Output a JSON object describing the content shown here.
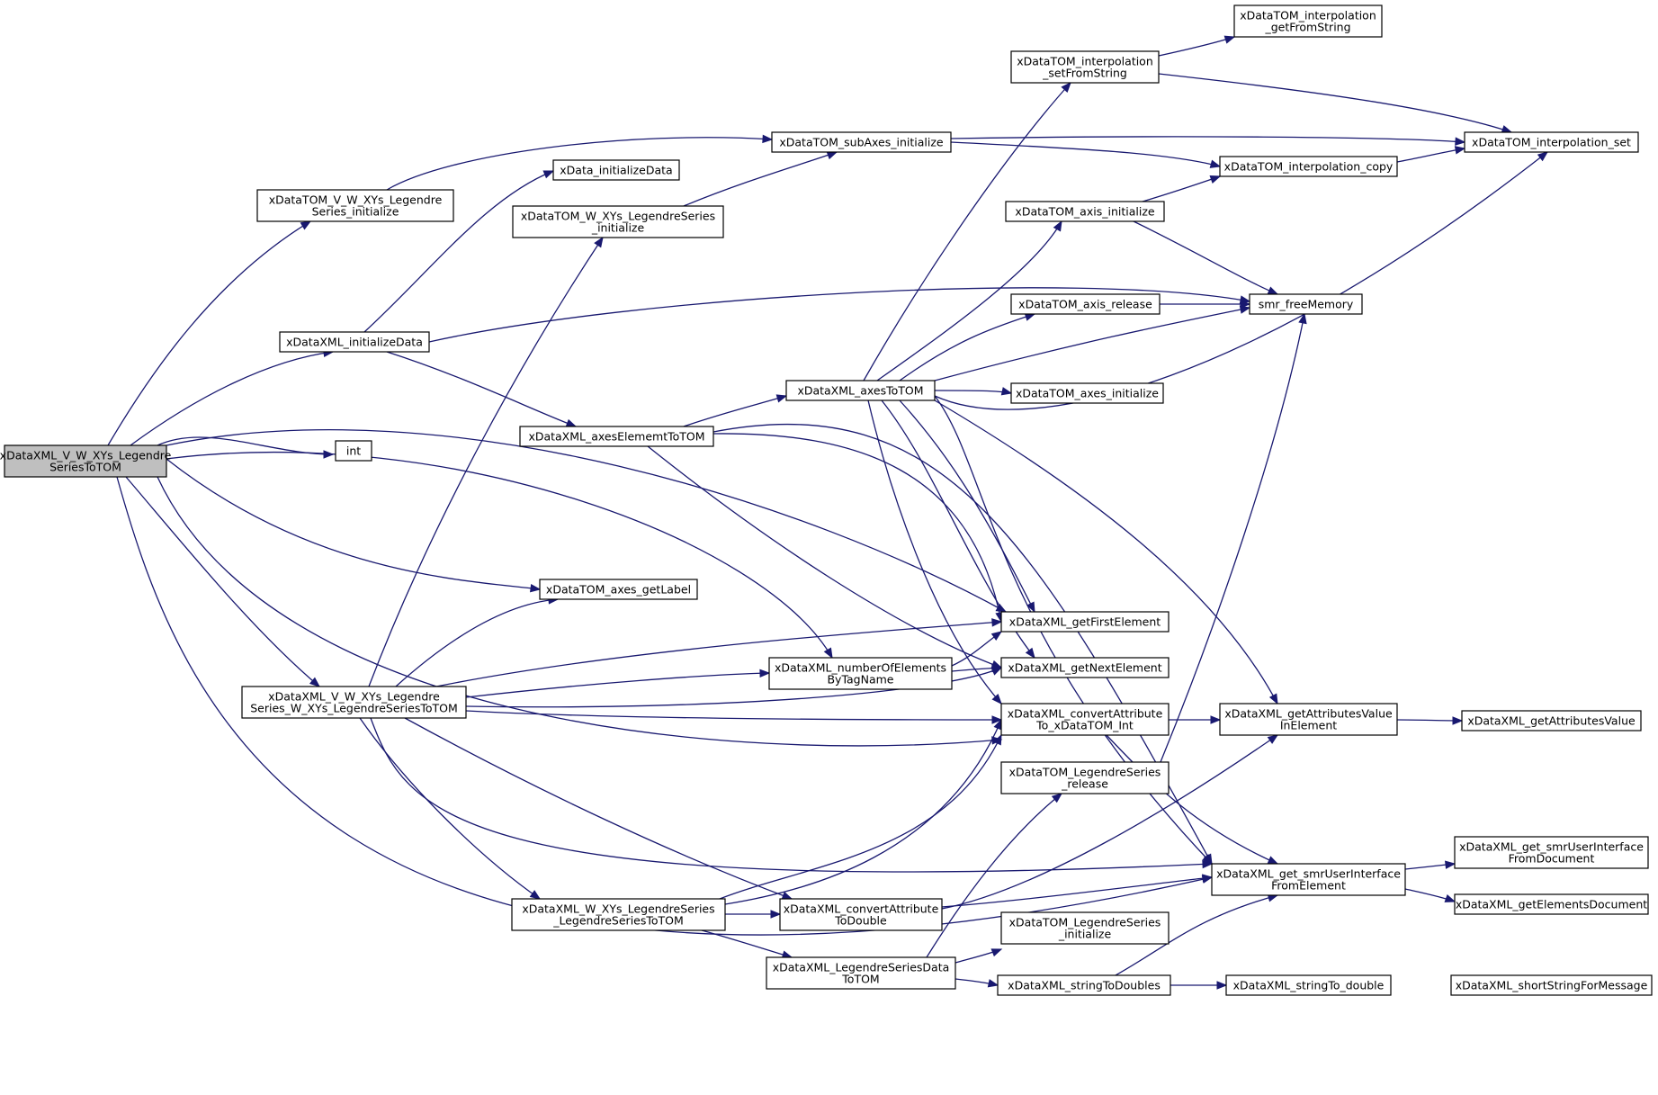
{
  "graph": {
    "title": "",
    "root": "xDataXML_V_W_XYs_LegendreSeriesToTOM",
    "nodes": [
      {
        "id": "n_root",
        "lines": [
          "xDataXML_V_W_XYs_Legendre",
          "SeriesToTOM"
        ],
        "root": true
      },
      {
        "id": "n_tomvw_init",
        "lines": [
          "xDataTOM_V_W_XYs_Legendre",
          "Series_initialize"
        ]
      },
      {
        "id": "n_initdata",
        "lines": [
          "xDataXML_initializeData"
        ]
      },
      {
        "id": "n_int",
        "lines": [
          "int"
        ]
      },
      {
        "id": "n_vw_w",
        "lines": [
          "xDataXML_V_W_XYs_Legendre",
          "Series_W_XYs_LegendreSeriesToTOM"
        ]
      },
      {
        "id": "n_xdata_init",
        "lines": [
          "xData_initializeData"
        ]
      },
      {
        "id": "n_tomw_init",
        "lines": [
          "xDataTOM_W_XYs_LegendreSeries",
          "_initialize"
        ]
      },
      {
        "id": "n_axeselem",
        "lines": [
          "xDataXML_axesElememtToTOM"
        ]
      },
      {
        "id": "n_axes_getlabel",
        "lines": [
          "xDataTOM_axes_getLabel"
        ]
      },
      {
        "id": "n_w_ls",
        "lines": [
          "xDataXML_W_XYs_LegendreSeries",
          "_LegendreSeriesToTOM"
        ]
      },
      {
        "id": "n_subaxes",
        "lines": [
          "xDataTOM_subAxes_initialize"
        ]
      },
      {
        "id": "n_axestotom",
        "lines": [
          "xDataXML_axesToTOM"
        ]
      },
      {
        "id": "n_numelem",
        "lines": [
          "xDataXML_numberOfElements",
          "ByTagName"
        ]
      },
      {
        "id": "n_convdouble",
        "lines": [
          "xDataXML_convertAttribute",
          "ToDouble"
        ]
      },
      {
        "id": "n_lsdata",
        "lines": [
          "xDataXML_LegendreSeriesData",
          "ToTOM"
        ]
      },
      {
        "id": "n_interp_setstr",
        "lines": [
          "xDataTOM_interpolation",
          "_setFromString"
        ]
      },
      {
        "id": "n_axis_init",
        "lines": [
          "xDataTOM_axis_initialize"
        ]
      },
      {
        "id": "n_axis_release",
        "lines": [
          "xDataTOM_axis_release"
        ]
      },
      {
        "id": "n_axes_init",
        "lines": [
          "xDataTOM_axes_initialize"
        ]
      },
      {
        "id": "n_firstelem",
        "lines": [
          "xDataXML_getFirstElement"
        ]
      },
      {
        "id": "n_nextelem",
        "lines": [
          "xDataXML_getNextElement"
        ]
      },
      {
        "id": "n_convint",
        "lines": [
          "xDataXML_convertAttribute",
          "To_xDataTOM_Int"
        ]
      },
      {
        "id": "n_ls_release",
        "lines": [
          "xDataTOM_LegendreSeries",
          "_release"
        ]
      },
      {
        "id": "n_ls_init",
        "lines": [
          "xDataTOM_LegendreSeries",
          "_initialize"
        ]
      },
      {
        "id": "n_str2doubles",
        "lines": [
          "xDataXML_stringToDoubles"
        ]
      },
      {
        "id": "n_interp_getstr",
        "lines": [
          "xDataTOM_interpolation",
          "_getFromString"
        ]
      },
      {
        "id": "n_interp_copy",
        "lines": [
          "xDataTOM_interpolation_copy"
        ]
      },
      {
        "id": "n_freemem",
        "lines": [
          "smr_freeMemory"
        ]
      },
      {
        "id": "n_attrval_inel",
        "lines": [
          "xDataXML_getAttributesValue",
          "InElement"
        ]
      },
      {
        "id": "n_smrui_elem",
        "lines": [
          "xDataXML_get_smrUserInterface",
          "FromElement"
        ]
      },
      {
        "id": "n_str2double",
        "lines": [
          "xDataXML_stringTo_double"
        ]
      },
      {
        "id": "n_interp_set",
        "lines": [
          "xDataTOM_interpolation_set"
        ]
      },
      {
        "id": "n_attrval",
        "lines": [
          "xDataXML_getAttributesValue"
        ]
      },
      {
        "id": "n_smrui_doc",
        "lines": [
          "xDataXML_get_smrUserInterface",
          "FromDocument"
        ]
      },
      {
        "id": "n_elemdoc",
        "lines": [
          "xDataXML_getElementsDocument"
        ]
      },
      {
        "id": "n_shortstr",
        "lines": [
          "xDataXML_shortStringForMessage"
        ]
      }
    ],
    "edges": [
      {
        "from": "n_root",
        "to": "n_tomvw_init"
      },
      {
        "from": "n_root",
        "to": "n_initdata"
      },
      {
        "from": "n_root",
        "to": "n_int"
      },
      {
        "from": "n_root",
        "to": "n_firstelem"
      },
      {
        "from": "n_root",
        "to": "n_numelem"
      },
      {
        "from": "n_root",
        "to": "n_axes_getlabel"
      },
      {
        "from": "n_root",
        "to": "n_vw_w"
      },
      {
        "from": "n_root",
        "to": "n_convint"
      },
      {
        "from": "n_root",
        "to": "n_smrui_elem"
      },
      {
        "from": "n_tomvw_init",
        "to": "n_subaxes"
      },
      {
        "from": "n_initdata",
        "to": "n_xdata_init"
      },
      {
        "from": "n_initdata",
        "to": "n_freemem"
      },
      {
        "from": "n_initdata",
        "to": "n_axeselem"
      },
      {
        "from": "n_vw_w",
        "to": "n_tomw_init"
      },
      {
        "from": "n_vw_w",
        "to": "n_axes_getlabel"
      },
      {
        "from": "n_vw_w",
        "to": "n_firstelem"
      },
      {
        "from": "n_vw_w",
        "to": "n_numelem"
      },
      {
        "from": "n_vw_w",
        "to": "n_nextelem"
      },
      {
        "from": "n_vw_w",
        "to": "n_convint"
      },
      {
        "from": "n_vw_w",
        "to": "n_w_ls"
      },
      {
        "from": "n_vw_w",
        "to": "n_convdouble"
      },
      {
        "from": "n_vw_w",
        "to": "n_smrui_elem"
      },
      {
        "from": "n_tomw_init",
        "to": "n_subaxes"
      },
      {
        "from": "n_axeselem",
        "to": "n_axestotom"
      },
      {
        "from": "n_axeselem",
        "to": "n_firstelem"
      },
      {
        "from": "n_axeselem",
        "to": "n_nextelem"
      },
      {
        "from": "n_axeselem",
        "to": "n_smrui_elem"
      },
      {
        "from": "n_w_ls",
        "to": "n_convdouble"
      },
      {
        "from": "n_w_ls",
        "to": "n_lsdata"
      },
      {
        "from": "n_w_ls",
        "to": "n_convint"
      },
      {
        "from": "n_subaxes",
        "to": "n_interp_copy"
      },
      {
        "from": "n_subaxes",
        "to": "n_interp_set"
      },
      {
        "from": "n_axestotom",
        "to": "n_interp_setstr"
      },
      {
        "from": "n_axestotom",
        "to": "n_axis_init"
      },
      {
        "from": "n_axestotom",
        "to": "n_axis_release"
      },
      {
        "from": "n_axestotom",
        "to": "n_freemem"
      },
      {
        "from": "n_axestotom",
        "to": "n_axes_init"
      },
      {
        "from": "n_axestotom",
        "to": "n_interp_set"
      },
      {
        "from": "n_axestotom",
        "to": "n_firstelem"
      },
      {
        "from": "n_axestotom",
        "to": "n_nextelem"
      },
      {
        "from": "n_axestotom",
        "to": "n_convint"
      },
      {
        "from": "n_axestotom",
        "to": "n_attrval_inel"
      },
      {
        "from": "n_axestotom",
        "to": "n_smrui_elem"
      },
      {
        "from": "n_numelem",
        "to": "n_firstelem"
      },
      {
        "from": "n_numelem",
        "to": "n_nextelem"
      },
      {
        "from": "n_convdouble",
        "to": "n_attrval_inel"
      },
      {
        "from": "n_convdouble",
        "to": "n_smrui_elem"
      },
      {
        "from": "n_lsdata",
        "to": "n_ls_release"
      },
      {
        "from": "n_lsdata",
        "to": "n_ls_init"
      },
      {
        "from": "n_lsdata",
        "to": "n_str2doubles"
      },
      {
        "from": "n_interp_setstr",
        "to": "n_interp_getstr"
      },
      {
        "from": "n_interp_setstr",
        "to": "n_interp_set"
      },
      {
        "from": "n_axis_init",
        "to": "n_interp_copy"
      },
      {
        "from": "n_axis_init",
        "to": "n_freemem"
      },
      {
        "from": "n_axis_release",
        "to": "n_freemem"
      },
      {
        "from": "n_convint",
        "to": "n_attrval_inel"
      },
      {
        "from": "n_convint",
        "to": "n_smrui_elem"
      },
      {
        "from": "n_ls_release",
        "to": "n_freemem"
      },
      {
        "from": "n_str2doubles",
        "to": "n_smrui_elem"
      },
      {
        "from": "n_str2doubles",
        "to": "n_str2double"
      },
      {
        "from": "n_interp_copy",
        "to": "n_interp_set"
      },
      {
        "from": "n_attrval_inel",
        "to": "n_attrval"
      },
      {
        "from": "n_smrui_elem",
        "to": "n_smrui_doc"
      },
      {
        "from": "n_smrui_elem",
        "to": "n_elemdoc"
      },
      {
        "from": "n_str2double",
        "to": "n_shortstr"
      }
    ]
  },
  "colors": {
    "edge": "#191970",
    "node_border": "#000000",
    "node_fill": "#ffffff",
    "root_fill": "#bfbfbf"
  }
}
